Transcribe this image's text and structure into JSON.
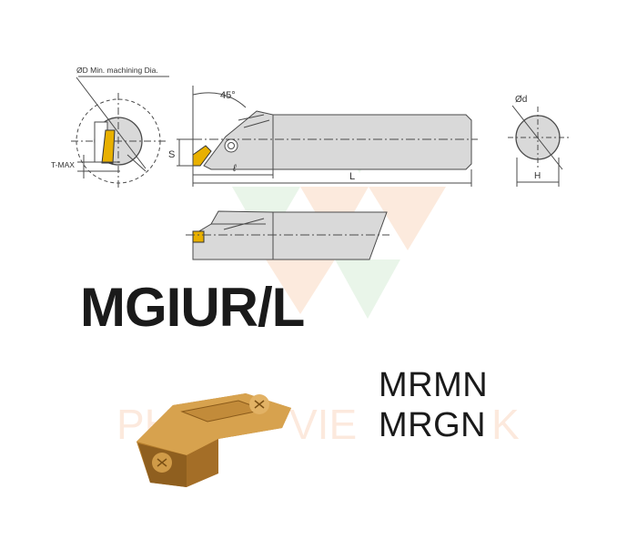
{
  "product": {
    "model": "MGIUR/L",
    "insert_codes": [
      "MRMN",
      "MRGN"
    ]
  },
  "drawing": {
    "min_dia_label": "ØD Min. machining Dia.",
    "tmax_label": "T-MAX",
    "angle_label": "45°",
    "s_label": "S",
    "l_label": "ℓ",
    "L_label": "L",
    "d_label": "Ød",
    "h_label": "H"
  },
  "watermark": {
    "text_left": "PHU",
    "text_mid": "VIE",
    "text_right": "K"
  },
  "colors": {
    "line": "#4a4a4a",
    "shank_fill": "#d9d9d9",
    "insert_yellow": "#e8b000",
    "insert_gold": "#c08a2e",
    "watermark_orange": "#f3a36a",
    "watermark_green": "#9fd49f",
    "text": "#1a1a1a"
  }
}
